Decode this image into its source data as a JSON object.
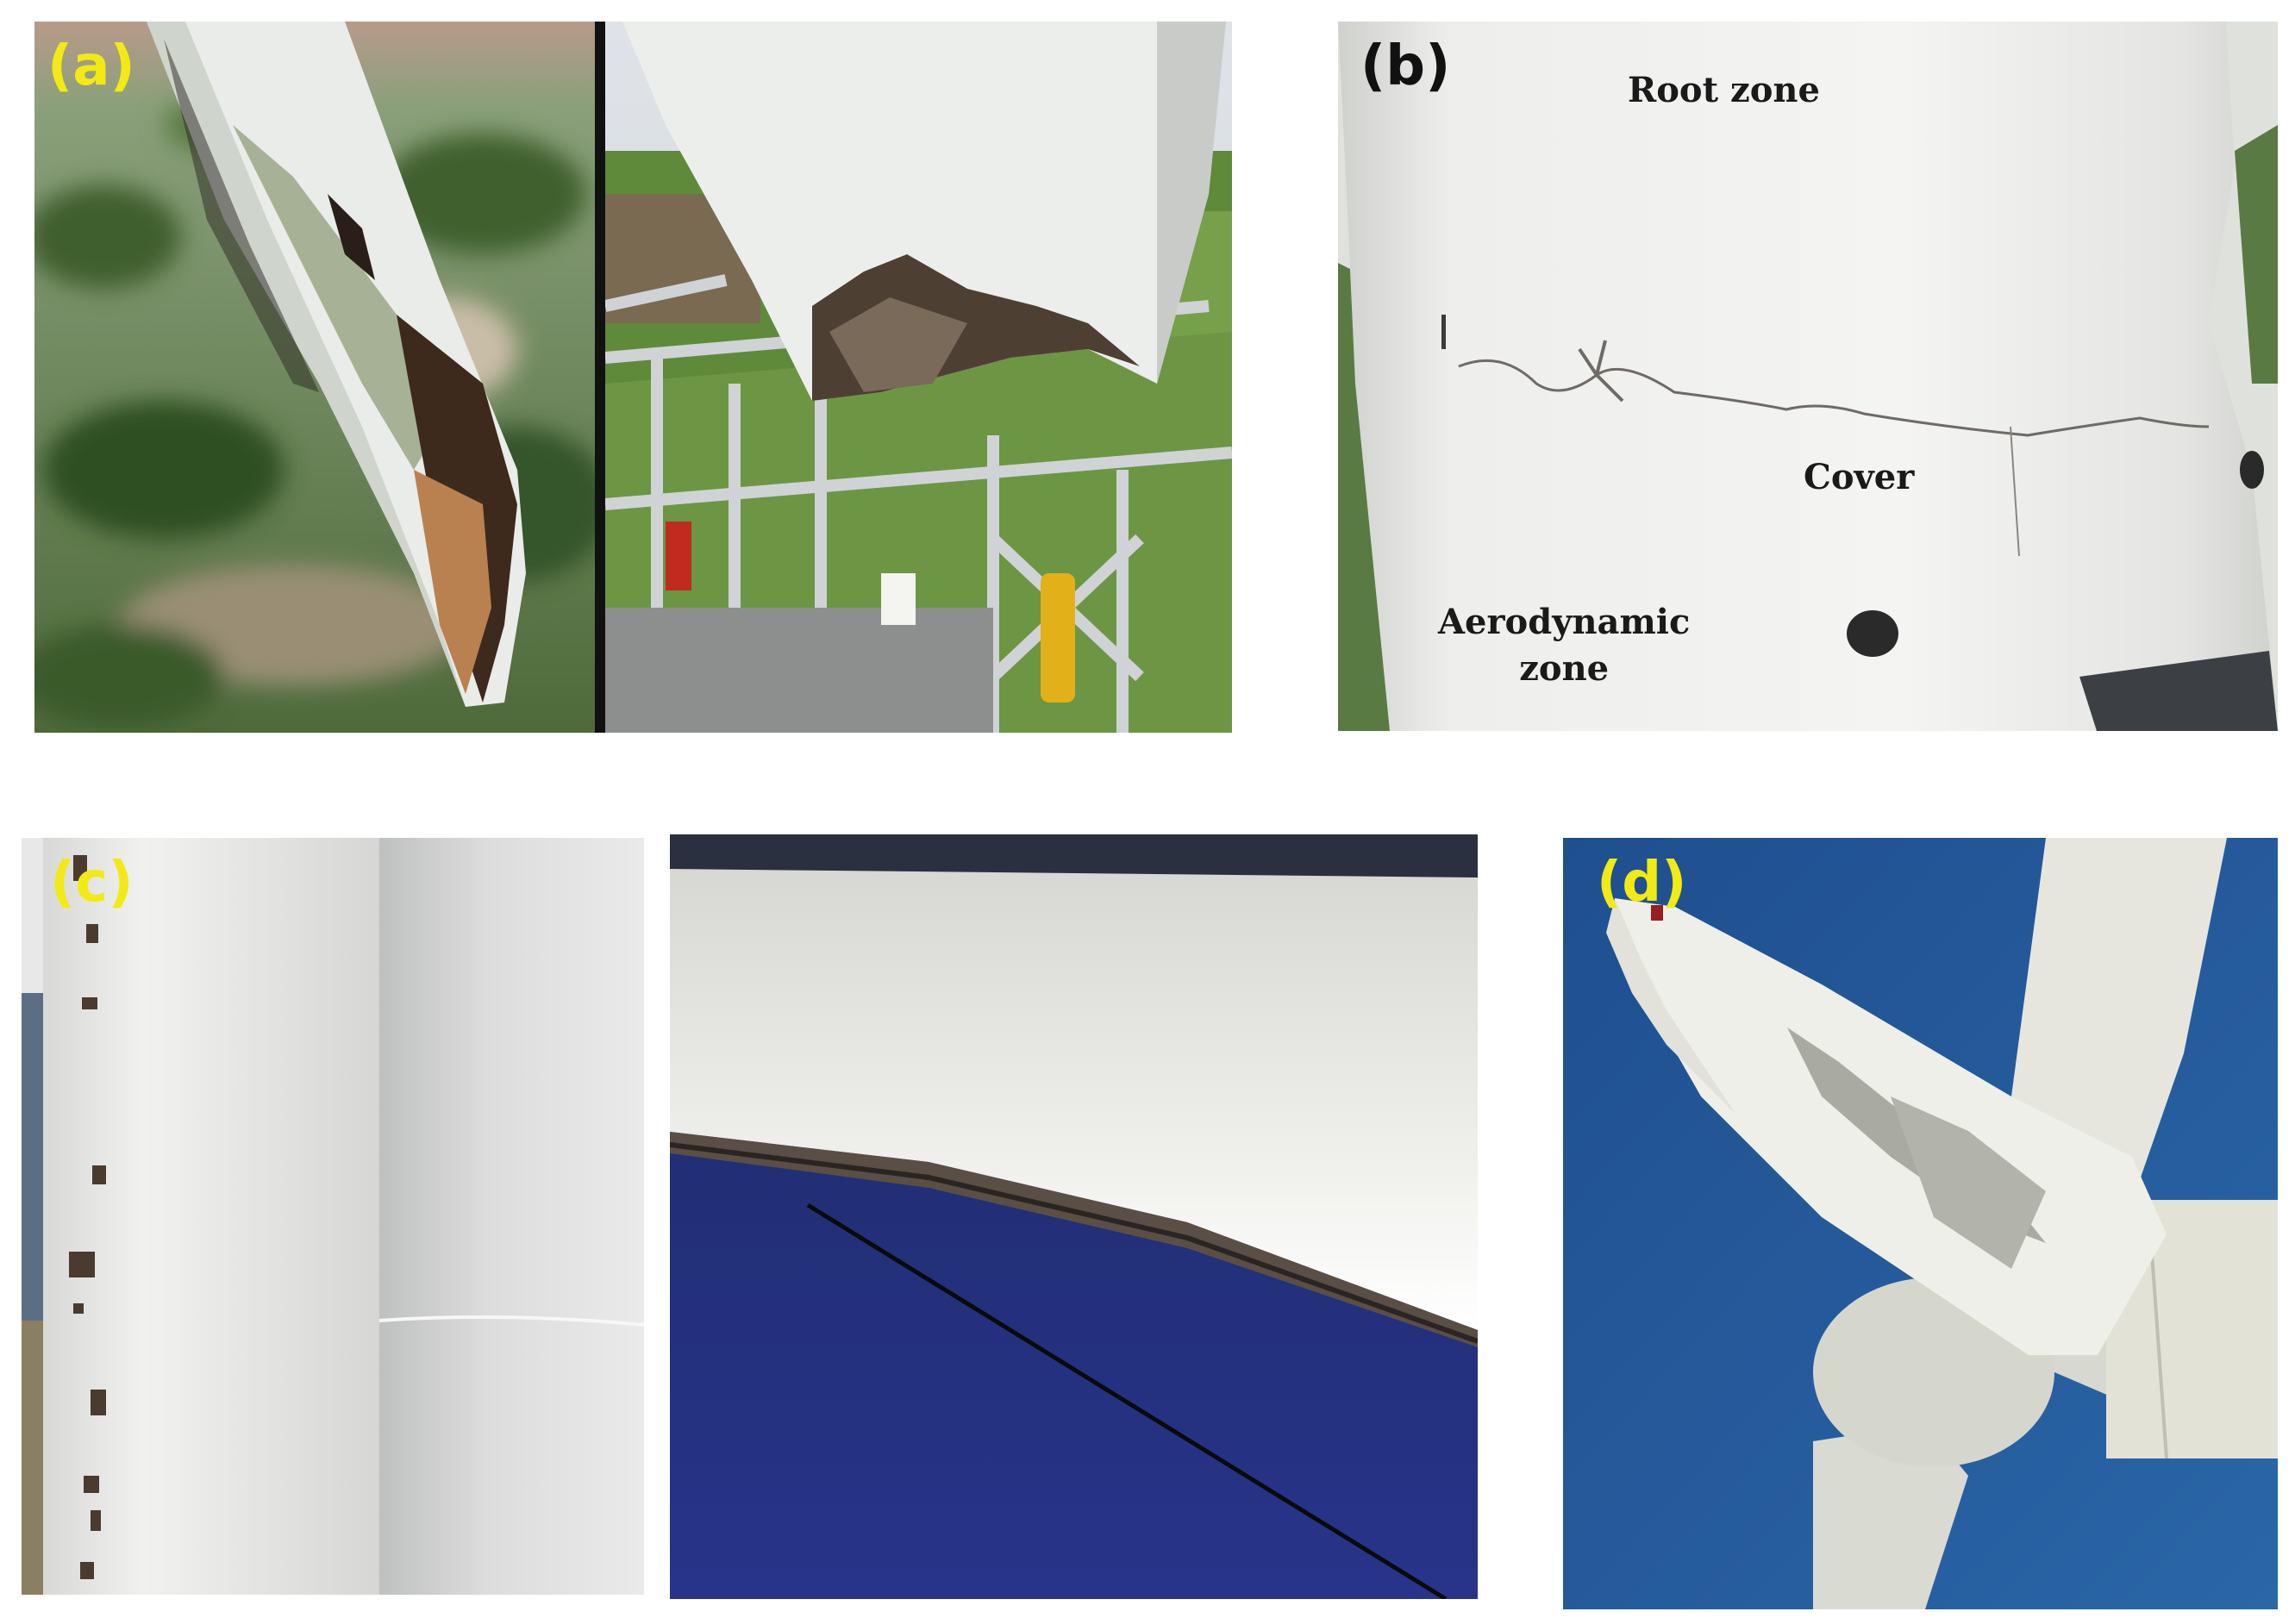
{
  "figure": {
    "panels": [
      {
        "id": "a",
        "label": "(a)",
        "label_color": "#f2ea14"
      },
      {
        "id": "b",
        "label": "(b)",
        "label_color": "#111111",
        "annotations": {
          "root_zone": "Root zone",
          "cover": "Cover",
          "aerodynamic_zone_line1": "Aerodynamic",
          "aerodynamic_zone_line2": "zone"
        }
      },
      {
        "id": "c",
        "label": "(c)",
        "label_color": "#f2ea14"
      },
      {
        "id": "d",
        "label": "(d)",
        "label_color": "#f2ea14"
      }
    ]
  }
}
